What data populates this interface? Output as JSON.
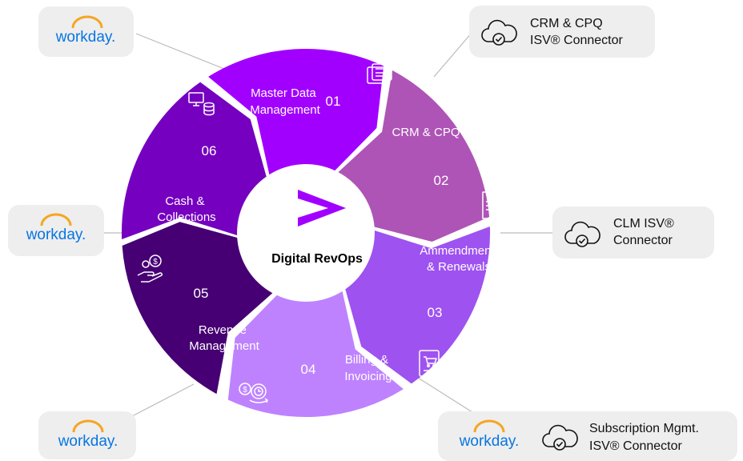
{
  "center": {
    "label": "Digital RevOps",
    "logo_color": "#A100FF"
  },
  "segments": [
    {
      "num": "01",
      "lines": [
        "Master Data",
        "Management"
      ],
      "color": "#460073",
      "icon": "computer-database-icon"
    },
    {
      "num": "02",
      "lines": [
        "CRM & CPQ"
      ],
      "color": "#7500C0",
      "icon": "documents-icon"
    },
    {
      "num": "03",
      "lines": [
        "Ammendment",
        "& Renewals"
      ],
      "color": "#A100FF",
      "icon": "document-check-icon"
    },
    {
      "num": "04",
      "lines": [
        "Billing &",
        "Invoicing"
      ],
      "color": "#AE54B6",
      "icon": "invoice-cart-icon"
    },
    {
      "num": "05",
      "lines": [
        "Revenue",
        "Management"
      ],
      "color": "#9E52F0",
      "icon": "dollar-gear-clock-icon"
    },
    {
      "num": "06",
      "lines": [
        "Cash &",
        "Collections"
      ],
      "color": "#BE82FF",
      "icon": "hand-money-icon"
    }
  ],
  "callouts": {
    "workday_text": "workday.",
    "crm_connector": [
      "CRM & CPQ",
      "ISV® Connector"
    ],
    "clm_connector": [
      "CLM ISV®",
      "Connector"
    ],
    "subscription_connector": [
      "Subscription Mgmt.",
      "ISV® Connector"
    ]
  },
  "colors": {
    "workday_blue": "#0875E1",
    "workday_orange": "#F5A623",
    "callout_bg": "#EEEEEE",
    "connector_line": "#BBBBBB"
  }
}
